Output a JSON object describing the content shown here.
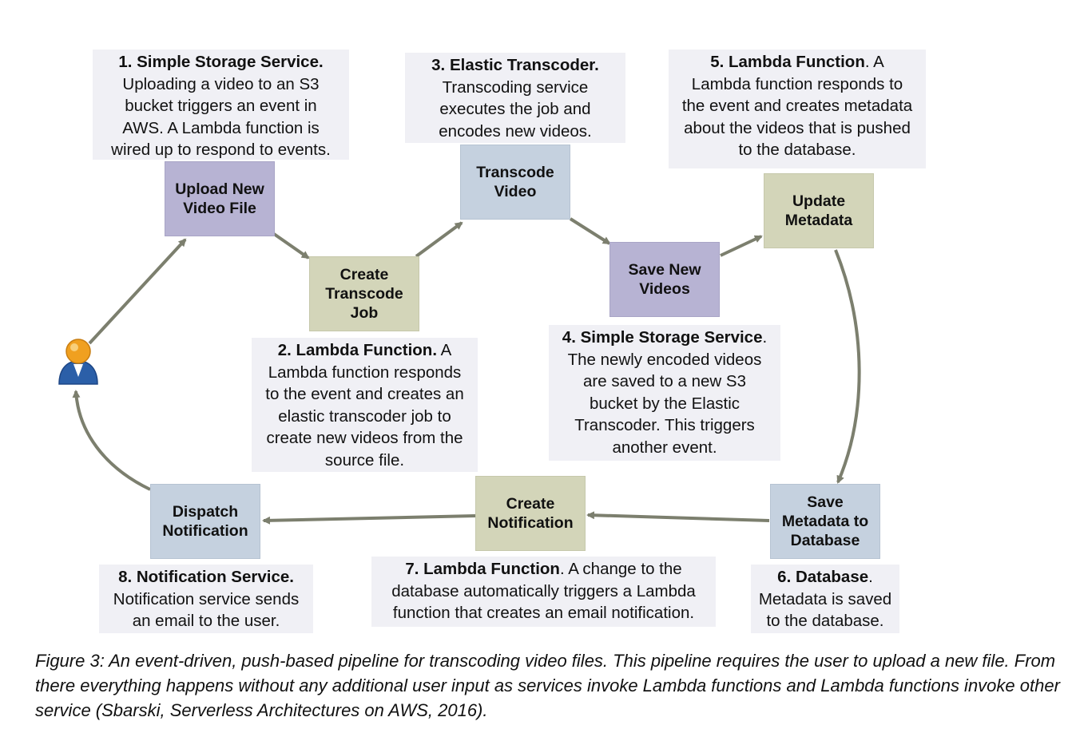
{
  "nodes": {
    "upload": "Upload New\nVideo File",
    "create_job": "Create\nTranscode\nJob",
    "transcode": "Transcode\nVideo",
    "save_videos": "Save New\nVideos",
    "update_meta": "Update\nMetadata",
    "save_meta": "Save\nMetadata to\nDatabase",
    "create_notif": "Create\nNotification",
    "dispatch": "Dispatch\nNotification"
  },
  "steps": [
    {
      "title": "1. Simple Storage Service.",
      "text": "Uploading a video to an S3\nbucket triggers an event in\nAWS. A Lambda function is\nwired up to respond to events."
    },
    {
      "title": "2. Lambda Function.",
      "text": " A\nLambda function responds\nto the event and creates an\nelastic transcoder job to\ncreate new videos from the\nsource file."
    },
    {
      "title": "3. Elastic Transcoder.",
      "text": "Transcoding service\nexecutes the job and\nencodes new videos."
    },
    {
      "title": "4. Simple Storage Service",
      "text": ".\nThe newly encoded videos\nare saved to a new S3\nbucket by the Elastic\nTranscoder. This triggers\nanother event."
    },
    {
      "title": "5. Lambda Function",
      "text": ". A\nLambda function responds to\nthe event and creates metadata\nabout the videos that is pushed\nto the database."
    },
    {
      "title": "6. Database",
      "text": ".\nMetadata is saved\nto the database."
    },
    {
      "title": "7. Lambda Function",
      "text": ". A change to the\ndatabase automatically triggers a Lambda\nfunction that creates an email notification."
    },
    {
      "title": "8. Notification Service.",
      "text": "Notification service sends\nan email to the user."
    }
  ],
  "caption": "Figure 3: An event-driven, push-based pipeline for transcoding video files. This pipeline requires the user to upload a new file. From there everything happens without any additional user input as services invoke Lambda functions and Lambda functions invoke other service (Sbarski, Serverless Architectures on AWS, 2016).",
  "colors": {
    "arrow": "#7c7f6e",
    "user_head": "#f0a020",
    "user_body": "#2b5fa8"
  }
}
